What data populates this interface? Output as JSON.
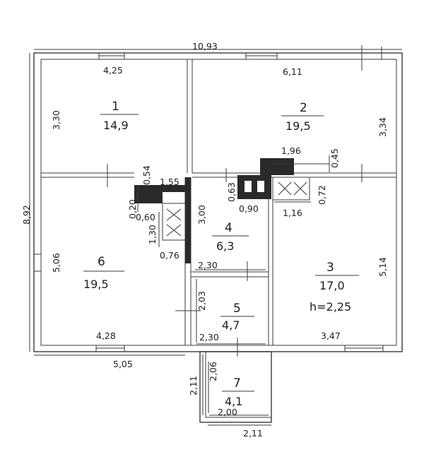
{
  "overall": {
    "width": "10,93",
    "depth": "8,92"
  },
  "rooms": [
    {
      "id": "1",
      "area": "14,9"
    },
    {
      "id": "2",
      "area": "19,5"
    },
    {
      "id": "3",
      "area": "17,0",
      "height": "h=2,25"
    },
    {
      "id": "4",
      "area": "6,3"
    },
    {
      "id": "5",
      "area": "4,7"
    },
    {
      "id": "6",
      "area": "19,5"
    },
    {
      "id": "7",
      "area": "4,1"
    }
  ],
  "dims": {
    "r1_top": "4,25",
    "r1_left": "3,30",
    "r2_top": "6,11",
    "r2_right": "3,34",
    "stub_196": "1,96",
    "stub_045": "0,45",
    "d_054": "0,54",
    "d_155": "1,55",
    "d_020": "0,20",
    "d_060": "0,60",
    "d_130": "1,30",
    "d_076": "0,76",
    "d_300": "3,00",
    "d_063": "0,63",
    "d_090": "0,90",
    "d_116": "1,16",
    "d_072": "0,72",
    "r6_left": "5,06",
    "r6_bottom": "4,28",
    "r3_right": "5,14",
    "r3_bottom": "3,47",
    "r4_bottom": "2,30",
    "r5_left": "2,03",
    "r5_bottom": "2,30",
    "bottom_505": "5,05",
    "r7_left_outer": "2,11",
    "r7_left_inner": "2,06",
    "r7_bottom_inner": "2,00",
    "r7_bottom_outer": "2,11"
  }
}
